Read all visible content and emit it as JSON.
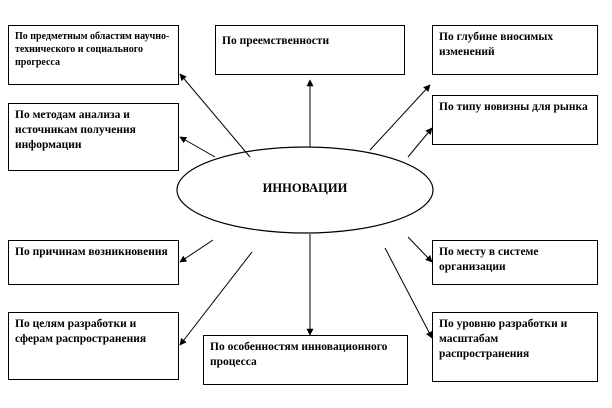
{
  "center": {
    "label": "ИННОВАЦИИ"
  },
  "boxes": {
    "subject_areas": "По предметным областям научно-технического и социального прогресса",
    "succession": "По преемственности",
    "depth": "По глубине вносимых изменений",
    "analysis_methods": "По методам анализа и источникам получения информации",
    "market_novelty": "По типу новизны для рынка",
    "causes": "По причинам возникновения",
    "org_place": "По месту в системе организации",
    "goals": "По целям разработки и сферам распространения",
    "process_features": "По особенностям инновационного процесса",
    "scale": "По уровню разработки и масштабам распространения"
  },
  "colors": {
    "line": "#000000",
    "background": "#ffffff"
  }
}
